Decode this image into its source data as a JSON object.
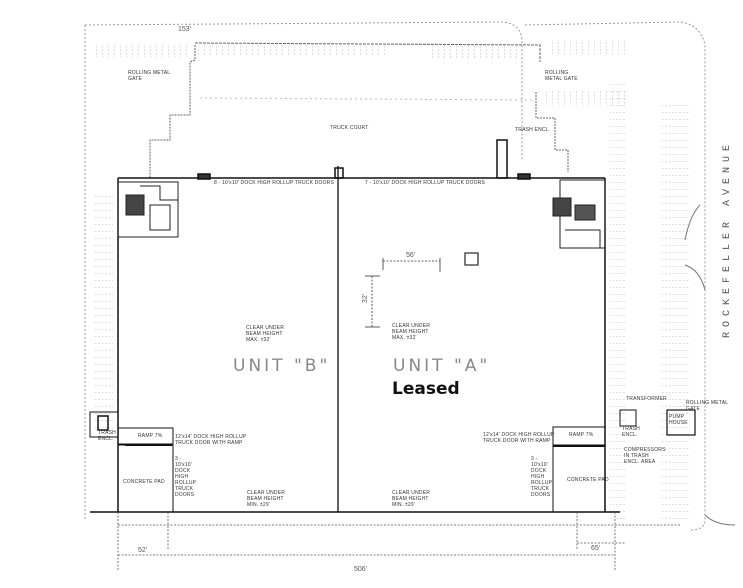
{
  "plan": {
    "street": "ROCKEFELLER AVENUE",
    "top_dimension": "153'",
    "units": [
      {
        "id": "B",
        "label": "UNIT \"B\"",
        "clear_height_center": "CLEAR UNDER\nBEAM HEIGHT\nMAX. ±32'",
        "clear_height_bottom": "CLEAR UNDER\nBEAM HEIGHT\nMIN. ±29'",
        "rear_doors": "8 - 10'x10' DOCK HIGH ROLLUP TRUCK DOORS",
        "front_ramp_door": "12'x14' DOCK HIGH ROLLUP\nTRUCK DOOR WITH RAMP",
        "front_doors": "3 -\n10'x10'\nDOCK\nHIGH\nROLLUP\nTRUCK\nDOORS",
        "ramp": "RAMP 7%",
        "pad": "CONCRETE PAD",
        "trash": "TRASH\nENCL."
      },
      {
        "id": "A",
        "label": "UNIT \"A\"",
        "status": "Leased",
        "clear_height_center": "CLEAR UNDER\nBEAM HEIGHT\nMAX. ±32'",
        "clear_height_bottom": "CLEAR UNDER\nBEAM HEIGHT\nMIN. ±29'",
        "rear_doors": "7 - 10'x10' DOCK HIGH ROLLUP TRUCK DOORS",
        "front_ramp_door": "12'x14' DOCK HIGH ROLLUP\nTRUCK DOOR WITH RAMP",
        "front_doors": "3 -\n10'x10'\nDOCK\nHIGH\nROLLUP\nTRUCK\nDOORS",
        "ramp": "RAMP 7%",
        "pad": "CONCRETE PAD",
        "trash": "TRASH\nENCL.",
        "compressors": "COMPRESSORS\nIN TRASH\nENCL. AREA",
        "transformer": "TRANSFORMER",
        "pump_house": "PUMP\nHOUSE",
        "rolling_gate": "ROLLING METAL\nGATE"
      }
    ],
    "column_spacing_h": "56'",
    "column_spacing_v": "32'",
    "rolling_gate_left": "ROLLING METAL\nGATE",
    "rolling_gate_right": "ROLLING\nMETAL GATE",
    "trash_top": "TRASH ENCL.",
    "parking_label": "TRUCK COURT",
    "bottom_dimensions": {
      "left": "52'",
      "overall": "506'",
      "right": "65'"
    }
  }
}
